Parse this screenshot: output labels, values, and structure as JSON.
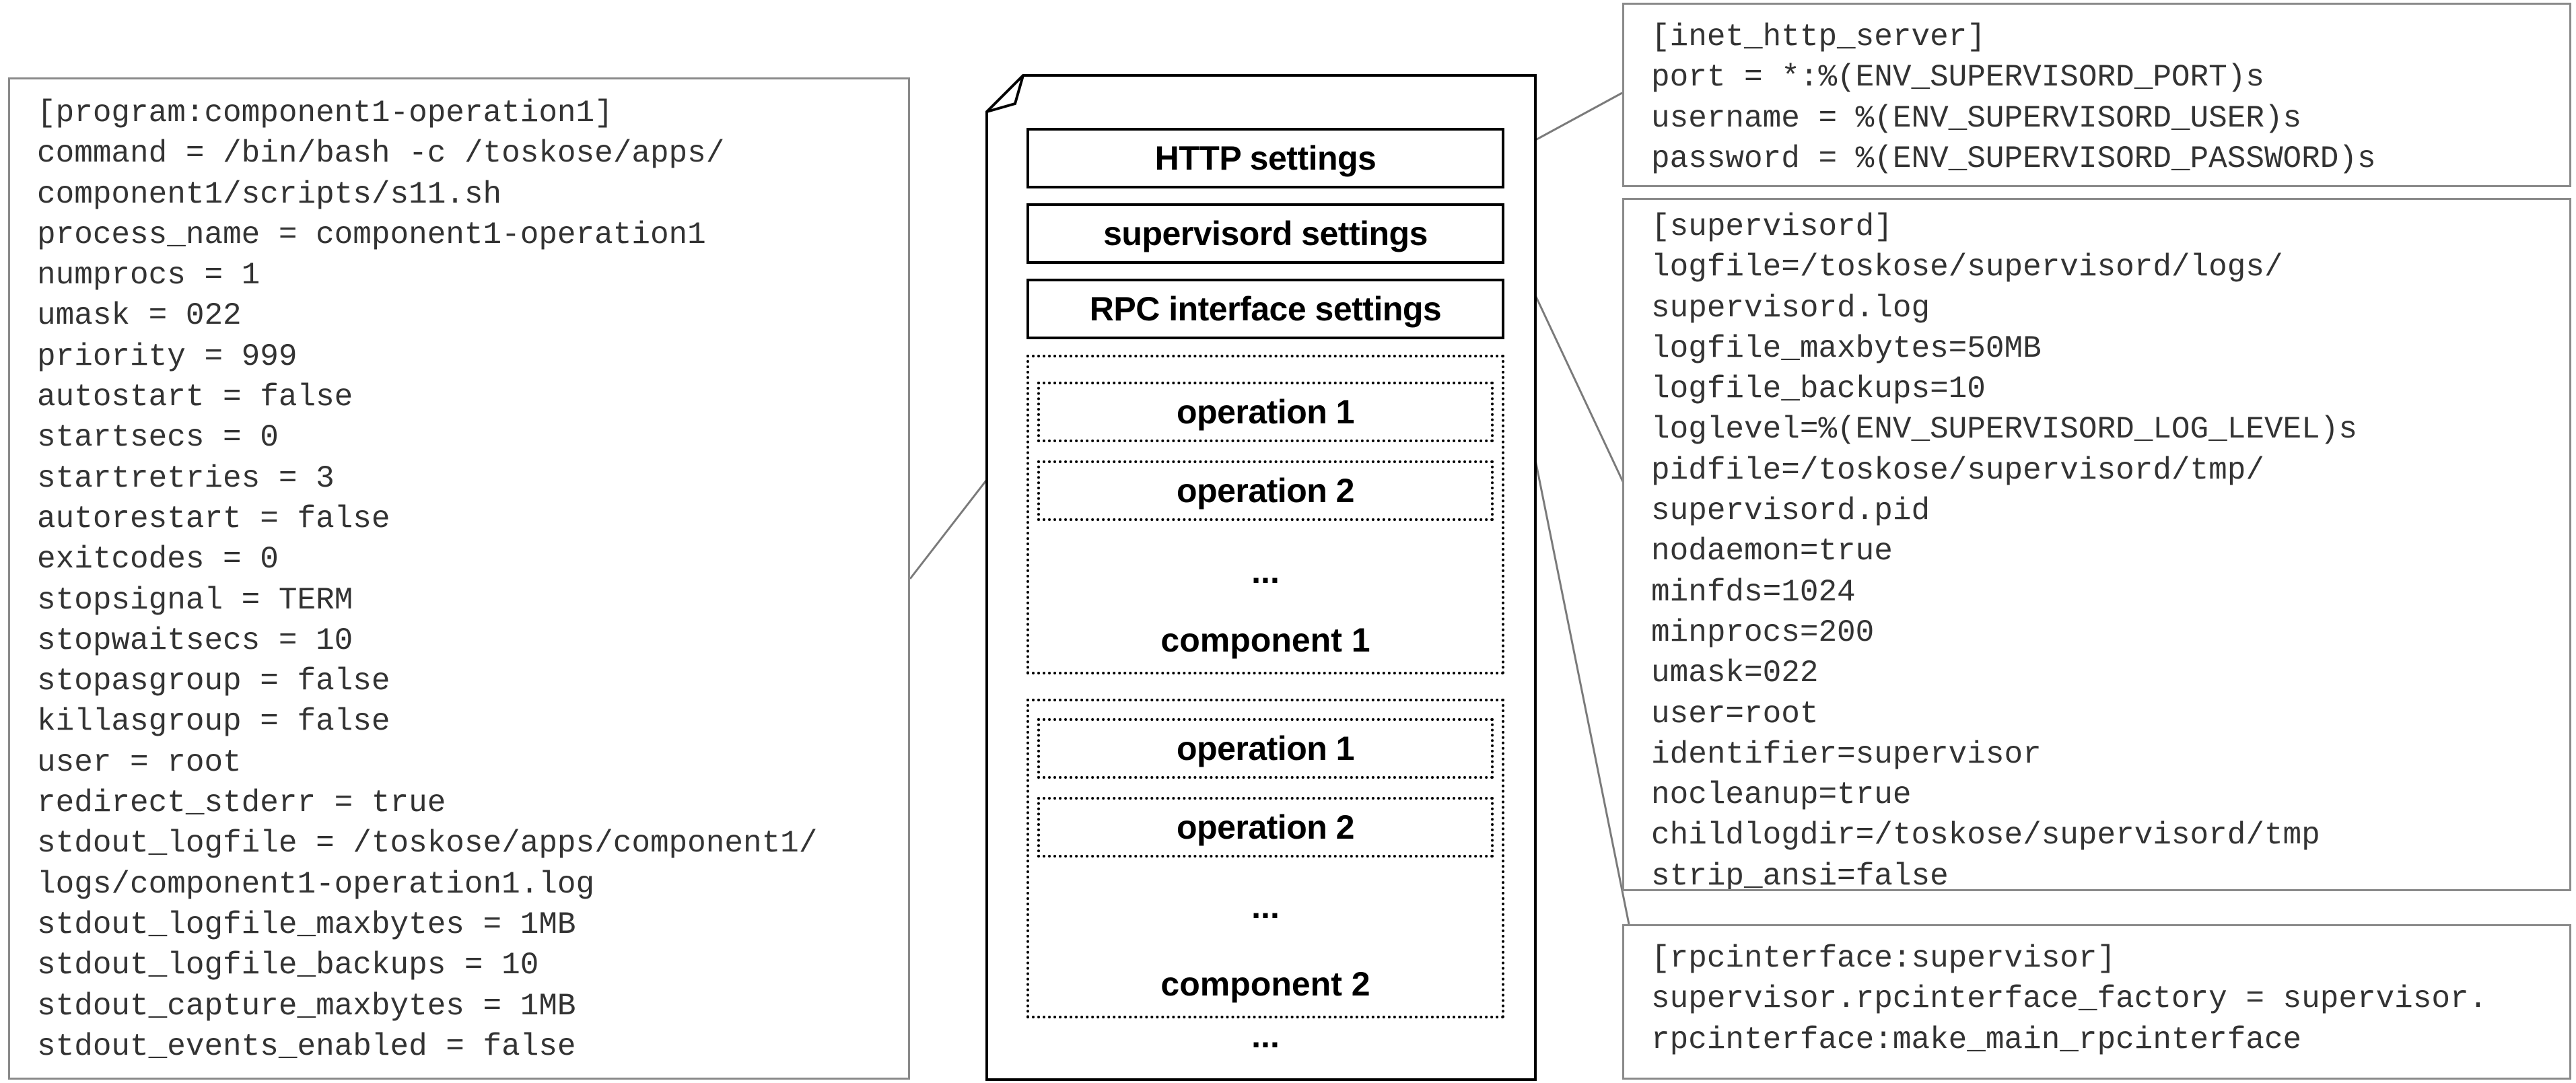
{
  "program_config": {
    "lines": [
      "[program:component1-operation1]",
      "command = /bin/bash -c /toskose/apps/",
      "component1/scripts/s11.sh",
      "process_name = component1-operation1",
      "numprocs = 1",
      "umask = 022",
      "priority = 999",
      "autostart = false",
      "startsecs = 0",
      "startretries = 3",
      "autorestart = false",
      "exitcodes = 0",
      "stopsignal = TERM",
      "stopwaitsecs = 10",
      "stopasgroup = false",
      "killasgroup = false",
      "user = root",
      "redirect_stderr = true",
      "stdout_logfile = /toskose/apps/component1/",
      "logs/component1-operation1.log",
      "stdout_logfile_maxbytes = 1MB",
      "stdout_logfile_backups = 10",
      "stdout_capture_maxbytes = 1MB",
      "stdout_events_enabled = false"
    ]
  },
  "http_config": {
    "lines": [
      "[inet_http_server]",
      "port = *:%(ENV_SUPERVISORD_PORT)s",
      "username = %(ENV_SUPERVISORD_USER)s",
      "password = %(ENV_SUPERVISORD_PASSWORD)s"
    ]
  },
  "supervisord_config": {
    "lines": [
      "[supervisord]",
      "logfile=/toskose/supervisord/logs/",
      "supervisord.log",
      "logfile_maxbytes=50MB",
      "logfile_backups=10",
      "loglevel=%(ENV_SUPERVISORD_LOG_LEVEL)s",
      "pidfile=/toskose/supervisord/tmp/",
      "supervisord.pid",
      "nodaemon=true",
      "minfds=1024",
      "minprocs=200",
      "umask=022",
      "user=root",
      "identifier=supervisor",
      "nocleanup=true",
      "childlogdir=/toskose/supervisord/tmp",
      "strip_ansi=false"
    ]
  },
  "rpc_config": {
    "lines": [
      "[rpcinterface:supervisor]",
      "supervisor.rpcinterface_factory = supervisor.",
      "rpcinterface:make_main_rpcinterface"
    ]
  },
  "conf_file": {
    "http_settings": "HTTP settings",
    "supervisord_settings": "supervisord settings",
    "rpc_settings": "RPC interface settings",
    "component1": {
      "op1": "operation 1",
      "op2": "operation 2",
      "ellipsis": "...",
      "label": "component 1"
    },
    "component2": {
      "op1": "operation 1",
      "op2": "operation 2",
      "ellipsis": "...",
      "label": "component 2"
    },
    "trailing_ellipsis": "..."
  },
  "colors": {
    "box_border": "#8a8a8a",
    "code_text": "#333333",
    "connector": "#7a7a7a",
    "file_border": "#000000"
  }
}
